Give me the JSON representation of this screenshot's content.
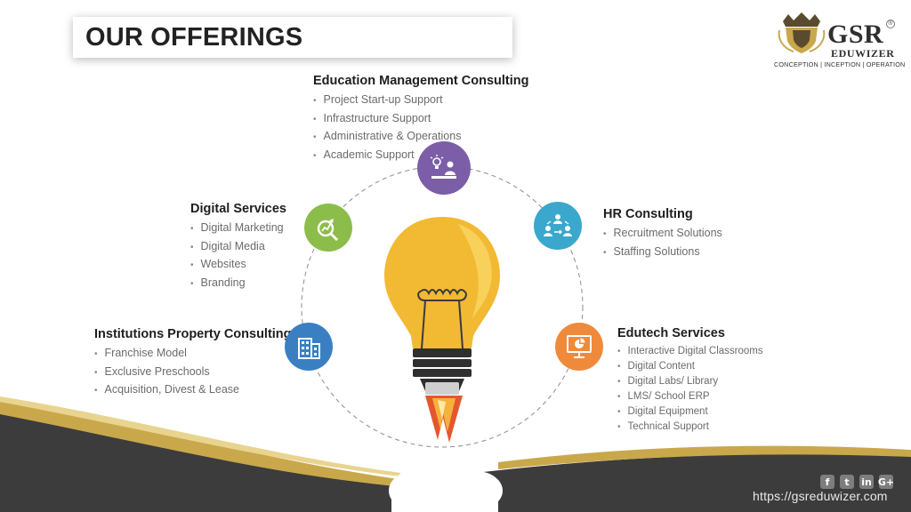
{
  "title": "OUR OFFERINGS",
  "logo": {
    "name": "GSR",
    "sub": "EDUWIZER",
    "tagline": "CONCEPTION | INCEPTION | OPERATION",
    "mark": "®"
  },
  "sections": {
    "education": {
      "title": "Education Management Consulting",
      "items": [
        "Project Start-up Support",
        "Infrastructure Support",
        "Administrative & Operations",
        "Academic Support"
      ],
      "icon": "teacher-idea-icon",
      "color": "#7b5ea7"
    },
    "digital": {
      "title": "Digital Services",
      "items": [
        "Digital Marketing",
        "Digital Media",
        "Websites",
        "Branding"
      ],
      "icon": "analytics-search-icon",
      "color": "#8cbd4a"
    },
    "hr": {
      "title": "HR Consulting",
      "items": [
        "Recruitment Solutions",
        "Staffing Solutions"
      ],
      "icon": "team-network-icon",
      "color": "#3ba7cc"
    },
    "property": {
      "title": "Institutions Property Consulting",
      "items": [
        "Franchise Model",
        "Exclusive Preschools",
        "Acquisition, Divest & Lease"
      ],
      "icon": "building-icon",
      "color": "#3a7fc2"
    },
    "edutech": {
      "title": "Edutech Services",
      "items": [
        "Interactive Digital Classrooms",
        "Digital Content",
        "Digital Labs/ Library",
        "LMS/ School ERP",
        "Digital Equipment",
        "Technical Support"
      ],
      "icon": "monitor-chart-icon",
      "color": "#ef8a3c"
    }
  },
  "footer": {
    "url": "https://gsreduwizer.com",
    "social": [
      {
        "icon": "facebook-icon",
        "glyph": "f"
      },
      {
        "icon": "twitter-icon",
        "glyph": "t"
      },
      {
        "icon": "linkedin-icon",
        "glyph": "in"
      },
      {
        "icon": "googleplus-icon",
        "glyph": "G+"
      }
    ]
  }
}
